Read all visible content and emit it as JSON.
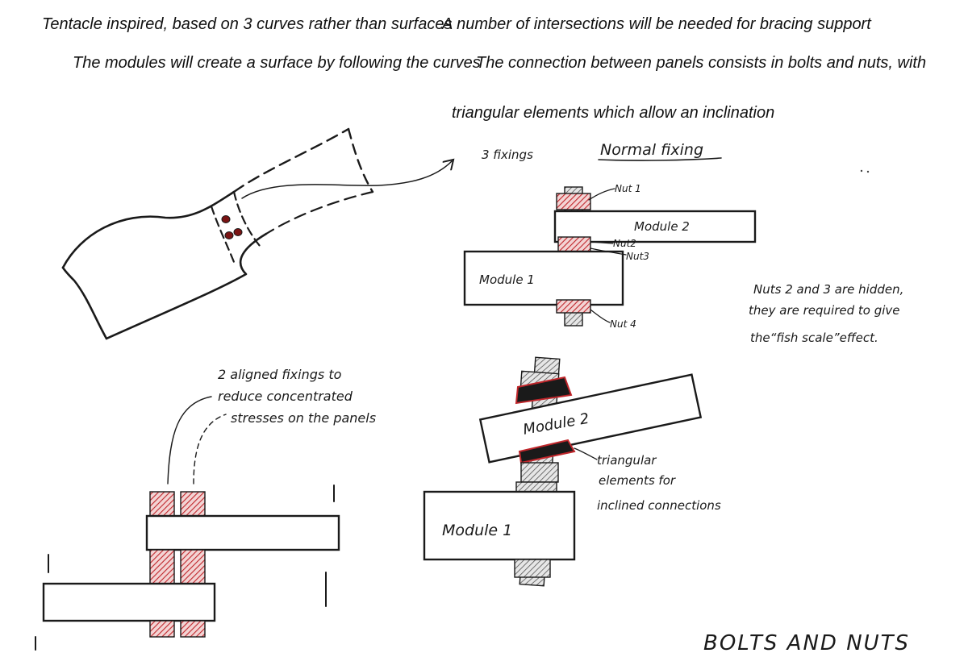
{
  "captions": {
    "line1": "Tentacle inspired, based on 3 curves rather than surfaces",
    "line2": "The modules will create a surface by following the curves",
    "line3": "A number of intersections will be needed for bracing support",
    "line4": "The connection between panels consists in bolts and nuts, with",
    "line5": "triangular elements which allow an inclination"
  },
  "sketch_labels": {
    "three_fixings": "3 fixings",
    "normal_fixing": "Normal fixing",
    "nut1": "Nut 1",
    "nut2": "Nut2",
    "nut3": "Nut3",
    "nut4": "Nut 4",
    "module2": "Module 2",
    "module1": "Module 1",
    "inclined_module2": "Module 2",
    "inclined_module1": "Module 1"
  },
  "notes": {
    "hidden_l1": "Nuts 2 and 3 are hidden,",
    "hidden_l2": "they are required to give",
    "hidden_l3": "the“fish scale”effect.",
    "aligned_l1": "2 aligned fixings to",
    "aligned_l2": "reduce concentrated",
    "aligned_l3": "stresses on the panels",
    "triangular_l1": "triangular",
    "triangular_l2": "elements for",
    "triangular_l3": "inclined connections",
    "bolts_title": "BOLTS AND NUTS"
  },
  "colors": {
    "ink": "#1a1a1a",
    "red_hatch": "#c0262b",
    "grey_hatch": "#555555",
    "paper": "#ffffff"
  }
}
